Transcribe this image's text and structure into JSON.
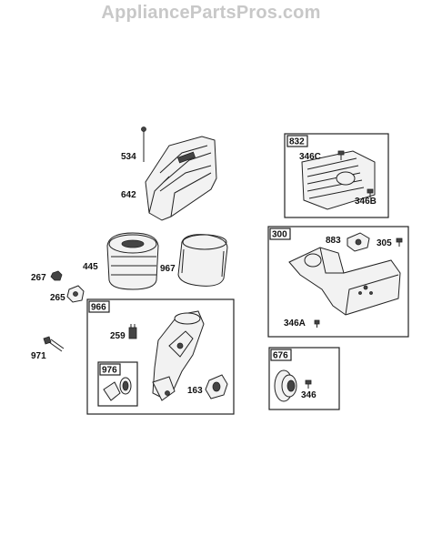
{
  "watermark": "AppliancePartsPros.com",
  "groups": {
    "g832": "832",
    "g300": "300",
    "g966": "966",
    "g976": "976",
    "g676": "676"
  },
  "parts": {
    "p534": "534",
    "p642": "642",
    "p346C": "346C",
    "p346B": "346B",
    "p883": "883",
    "p305": "305",
    "p346A": "346A",
    "p445": "445",
    "p967": "967",
    "p267": "267",
    "p265": "265",
    "p259": "259",
    "p971": "971",
    "p163": "163",
    "p346": "346"
  }
}
